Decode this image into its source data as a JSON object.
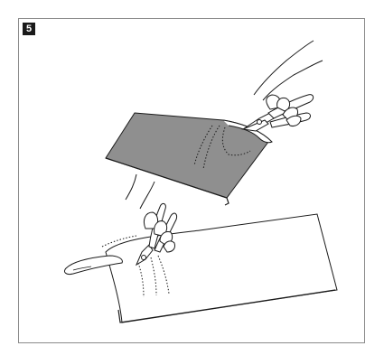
{
  "step": {
    "number": "5"
  },
  "illustrations": [
    {
      "name": "top-sheet-cut",
      "icon": "tin-snips-cutting-sheet-icon"
    },
    {
      "name": "bottom-sheet-cut",
      "icon": "tin-snips-cutting-rolled-sheet-icon"
    }
  ],
  "colors": {
    "sheet_fill": "#8f8f8f",
    "line": "#1a1a1a",
    "badge_bg": "#1a1a1a",
    "frame": "#8a8a8a"
  }
}
